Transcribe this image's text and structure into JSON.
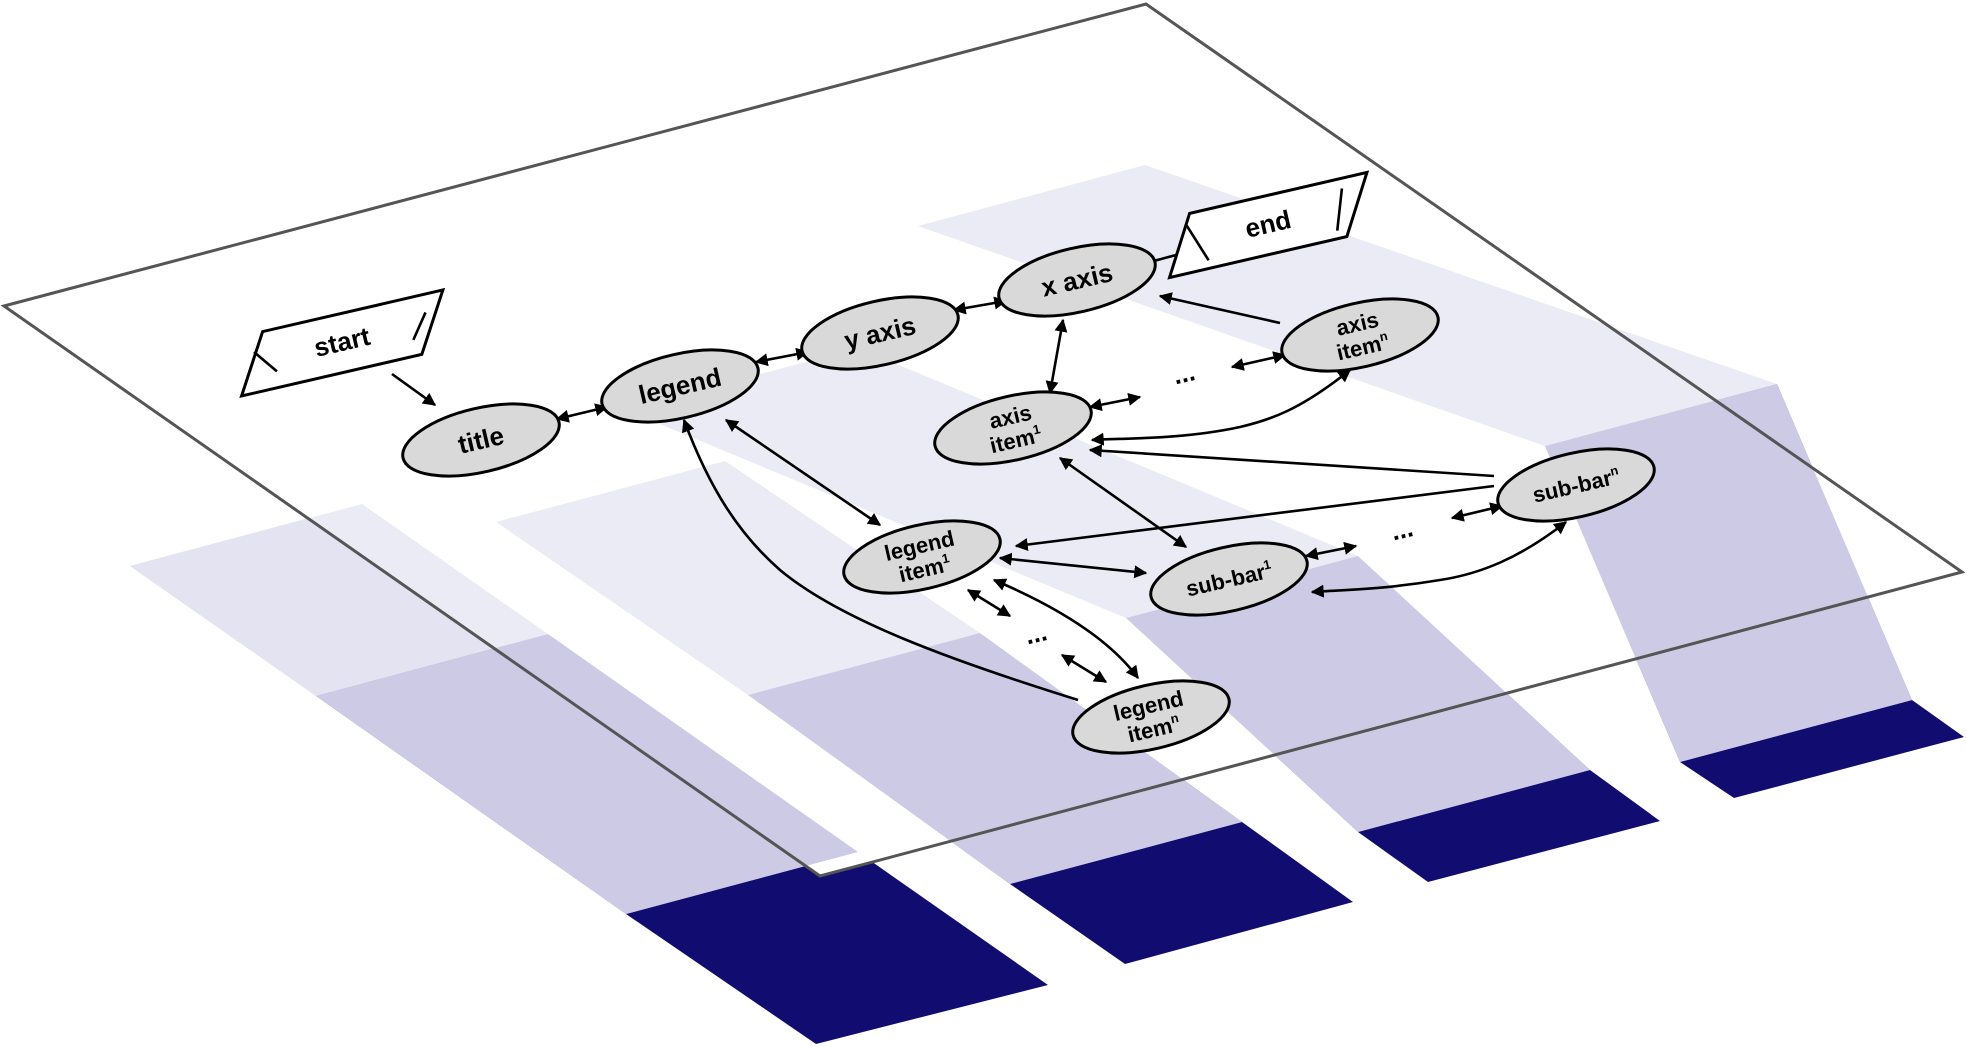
{
  "colors": {
    "band_light": "#cdcae6",
    "band_mid": "#716bb4",
    "band_dark": "#110d70",
    "panel_tint": "#e8e7f3",
    "plane_border": "#555555",
    "node_fill": "#d9d9d9",
    "node_stroke": "#000000",
    "terminal_fill": "#ffffff"
  },
  "nodes": {
    "start": "start",
    "title": "title",
    "legend": "legend",
    "y_axis": "y axis",
    "x_axis": "x axis",
    "end": "end",
    "axis_item_1": {
      "line1": "axis",
      "line2": "item",
      "sup": "1"
    },
    "axis_item_n": {
      "line1": "axis",
      "line2": "item",
      "sup": "n"
    },
    "legend_item_1": {
      "line1": "legend",
      "line2": "item",
      "sup": "1"
    },
    "legend_item_n": {
      "line1": "legend",
      "line2": "item",
      "sup": "n"
    },
    "sub_bar_1": {
      "text": "sub-bar",
      "sup": "1"
    },
    "sub_bar_n": {
      "text": "sub-bar",
      "sup": "n"
    }
  },
  "ellipses": {
    "axis_items": "...",
    "sub_bars": "...",
    "legend_items": "..."
  }
}
